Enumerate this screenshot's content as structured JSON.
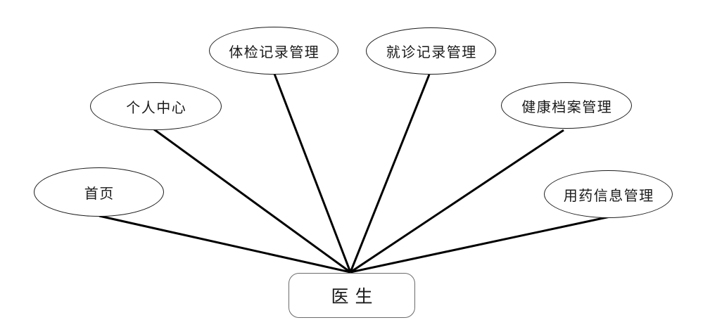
{
  "diagram": {
    "type": "use-case-diagram",
    "actor": {
      "id": "doctor",
      "label": "医生",
      "shape": "rounded-rectangle"
    },
    "use_cases": [
      {
        "id": "home",
        "label": "首页",
        "shape": "ellipse"
      },
      {
        "id": "personal-center",
        "label": "个人中心",
        "shape": "ellipse"
      },
      {
        "id": "physical-exam-records",
        "label": "体检记录管理",
        "shape": "ellipse"
      },
      {
        "id": "visit-records",
        "label": "就诊记录管理",
        "shape": "ellipse"
      },
      {
        "id": "health-archives",
        "label": "健康档案管理",
        "shape": "ellipse"
      },
      {
        "id": "medication-info",
        "label": "用药信息管理",
        "shape": "ellipse"
      }
    ],
    "connections": [
      {
        "from": "医生",
        "to": "首页"
      },
      {
        "from": "医生",
        "to": "个人中心"
      },
      {
        "from": "医生",
        "to": "体检记录管理"
      },
      {
        "from": "医生",
        "to": "就诊记录管理"
      },
      {
        "from": "医生",
        "to": "健康档案管理"
      },
      {
        "from": "医生",
        "to": "用药信息管理"
      }
    ],
    "colors": {
      "background": "#ffffff",
      "node_fill": "#ffffff",
      "ellipse_stroke": "#1c1c1c",
      "rect_stroke": "#6b6b6b",
      "edge_stroke": "#000000",
      "text": "#1a1a1a"
    }
  }
}
